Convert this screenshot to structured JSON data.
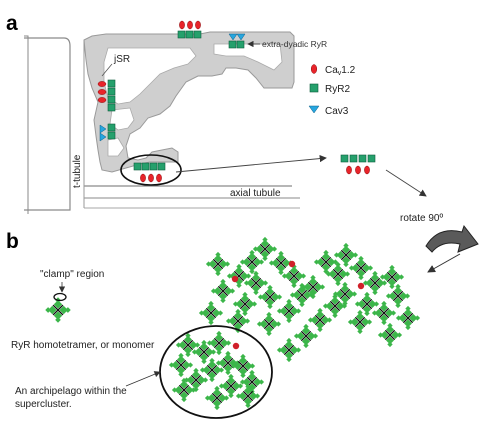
{
  "panel_a": {
    "letter": "a",
    "labels": {
      "jsr": "jSR",
      "extra_dyadic": "extra-dyadic RyR",
      "t_tubule": "t-tubule",
      "axial_tubule": "axial tubule"
    },
    "legend": [
      {
        "text": "Ca",
        "sub": "v",
        "suffix": "1.2",
        "icon": "red-ellipse-icon",
        "color": "#e8242a"
      },
      {
        "text": "RyR2",
        "sub": "",
        "suffix": "",
        "icon": "green-square-icon",
        "color": "#25a06c"
      },
      {
        "text": "Cav3",
        "sub": "",
        "suffix": "",
        "icon": "blue-triangle-icon",
        "color": "#27a6df"
      }
    ],
    "rotate_label": "rotate 90º"
  },
  "panel_b": {
    "letter": "b",
    "clamp_label": "\"clamp\" region",
    "monomer_label": "RyR homotetramer, or monomer",
    "archipelago_line1": "An archipelago within the",
    "archipelago_line2": "supercluster."
  },
  "colors": {
    "membrane": "#c8c8c8",
    "ryr": "#25a06c",
    "ryr_bright": "#3cb64a",
    "cav12": "#e8242a",
    "cav3": "#27a6df"
  }
}
